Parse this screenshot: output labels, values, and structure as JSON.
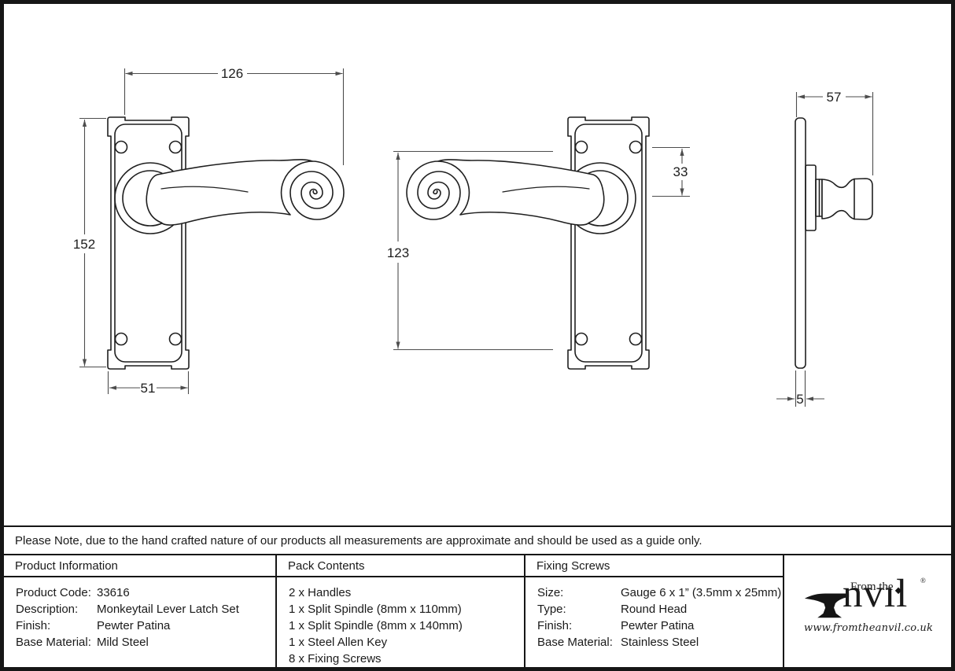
{
  "note": {
    "text": "Please Note, due to the hand crafted nature of our products all measurements are approximate and should be used as a guide only."
  },
  "drawing": {
    "dims": {
      "overall_width": "126",
      "plate_height": "152",
      "plate_width": "51",
      "lever_height": "123",
      "lever_offset": "33",
      "projection": "57",
      "plate_thickness": "5"
    }
  },
  "table": {
    "product_information": {
      "header": "Product Information",
      "rows": [
        {
          "label": "Product Code:",
          "value": "33616"
        },
        {
          "label": "Description:",
          "value": "Monkeytail Lever Latch Set"
        },
        {
          "label": "Finish:",
          "value": "Pewter Patina"
        },
        {
          "label": "Base Material:",
          "value": "Mild Steel"
        }
      ]
    },
    "pack_contents": {
      "header": "Pack Contents",
      "items": [
        "2 x Handles",
        "1 x Split Spindle (8mm x 110mm)",
        "1 x Split Spindle (8mm x 140mm)",
        "1 x Steel Allen Key",
        "8 x Fixing Screws"
      ]
    },
    "fixing_screws": {
      "header": "Fixing Screws",
      "rows": [
        {
          "label": "Size:",
          "value": "Gauge 6 x 1” (3.5mm x 25mm)"
        },
        {
          "label": "Type:",
          "value": "Round Head"
        },
        {
          "label": "Finish:",
          "value": "Pewter Patina"
        },
        {
          "label": "Base Material:",
          "value": "Stainless Steel"
        }
      ]
    }
  },
  "logo": {
    "prefix": "From the",
    "brand_rest": "nvıl",
    "registered": "®",
    "url": "www.fromtheanvil.co.uk"
  }
}
